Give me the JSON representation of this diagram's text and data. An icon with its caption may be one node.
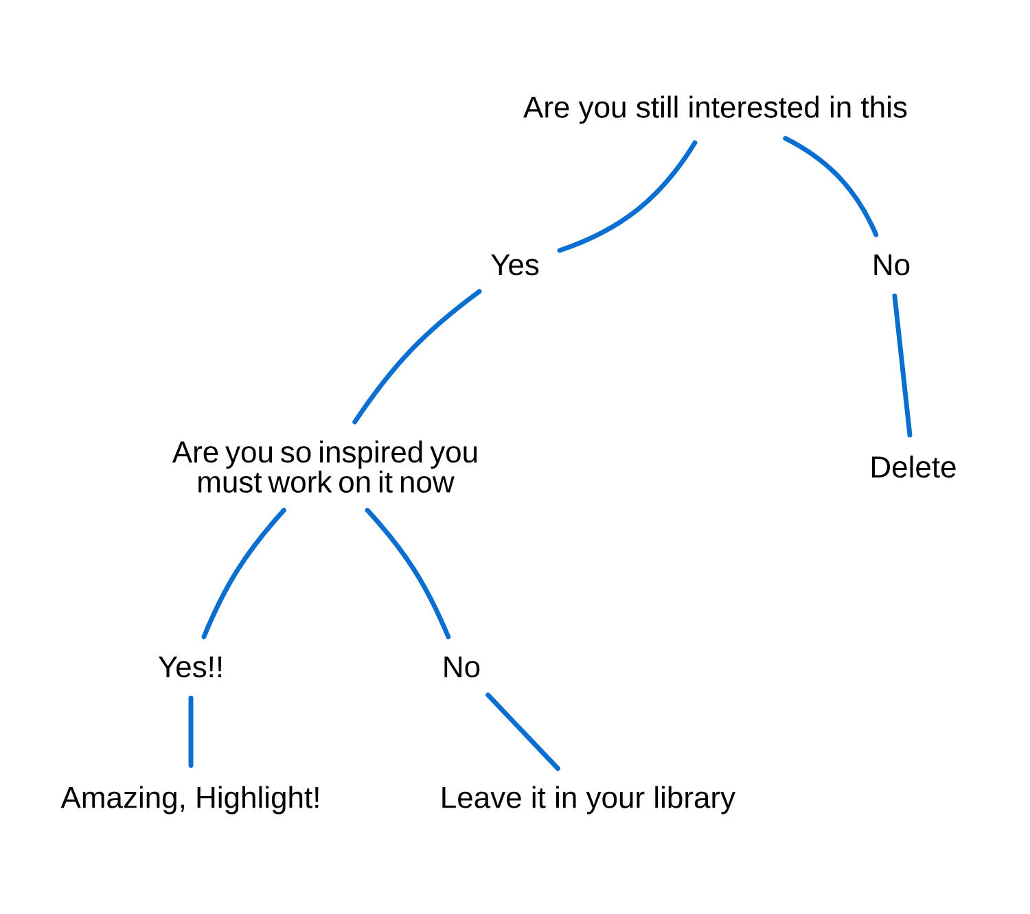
{
  "diagram": {
    "nodes": [
      {
        "text": [
          "Are you still interested in this"
        ]
      },
      {
        "text": [
          "Yes"
        ]
      },
      {
        "text": [
          "No"
        ]
      },
      {
        "text": [
          "Are you so inspired you must work on it now"
        ]
      },
      {
        "text": [
          "Delete"
        ]
      },
      {
        "text": [
          "Yes!!"
        ]
      },
      {
        "text": [
          "No"
        ]
      },
      {
        "text": [
          "Amazing, Highlight!"
        ]
      },
      {
        "text": [
          "Leave it in your library"
        ]
      }
    ],
    "edges": [
      {
        "from": 0,
        "to": 1,
        "arrow": "none"
      },
      {
        "from": 0,
        "to": 2,
        "arrow": "none"
      },
      {
        "from": 1,
        "to": 3,
        "arrow": "none"
      },
      {
        "from": 2,
        "to": 4,
        "arrow": "none"
      },
      {
        "from": 3,
        "to": 5,
        "arrow": "none"
      },
      {
        "from": 3,
        "to": 6,
        "arrow": "none"
      },
      {
        "from": 5,
        "to": 7,
        "arrow": "none"
      },
      {
        "from": 6,
        "to": 8,
        "arrow": "none"
      }
    ]
  }
}
